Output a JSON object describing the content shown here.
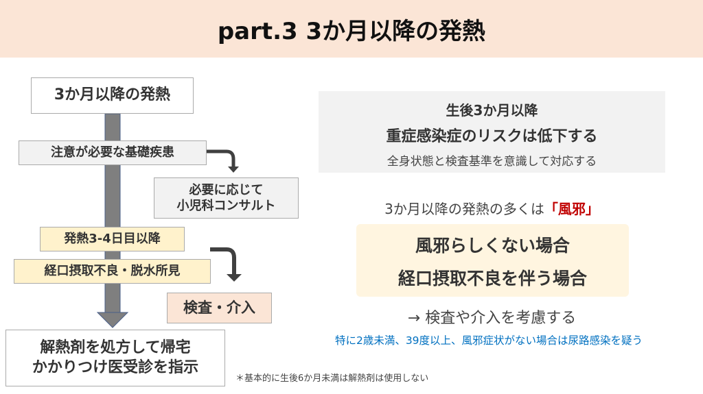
{
  "title": "part.3 3か月以降の発熱",
  "flow": {
    "start": "3か月以降の発熱",
    "underlying": "注意が必要な基礎疾患",
    "consult": [
      "必要に応じて",
      "小児科コンサルト"
    ],
    "fever_days": "発熱3-4日目以降",
    "poor_intake": "経口摂取不良・脱水所見",
    "test": "検査・介入",
    "end": [
      "解熱剤を処方して帰宅",
      "かかりつけ医受診を指示"
    ]
  },
  "footnote": "＊基本的に生後6か月未満は解熱剤は使用しない",
  "summary": {
    "line1": "生後3か月以降",
    "line2": "重症感染症のリスクは低下する",
    "line3": "全身状態と検査基準を意識して対応する"
  },
  "cold": {
    "prefix": "3か月以降の発熱の多くは",
    "highlight": "「風邪」"
  },
  "cases": [
    "風邪らしくない場合",
    "経口摂取不良を伴う場合"
  ],
  "consider": "→ 検査や介入を考慮する",
  "uti_note": "特に2歳未満、39度以上、風邪症状がない場合は尿路感染を疑う",
  "colors": {
    "header": "#fbe5d6",
    "accent_red": "#c00000",
    "note_blue": "#0070c0"
  }
}
